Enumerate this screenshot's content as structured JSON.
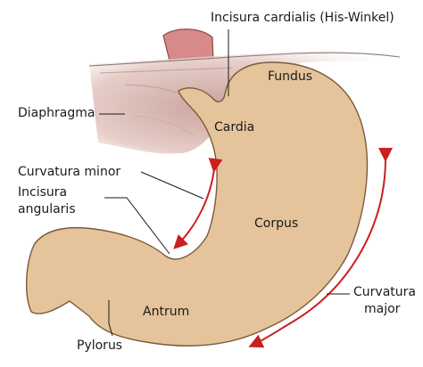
{
  "labels": {
    "incisura_cardialis": "Incisura cardialis (His-Winkel)",
    "fundus": "Fundus",
    "diaphragma": "Diaphragma",
    "cardia": "Cardia",
    "curvatura_minor": "Curvatura minor",
    "incisura_angularis_1": "Incisura",
    "incisura_angularis_2": "angularis",
    "corpus": "Corpus",
    "antrum": "Antrum",
    "curvatura_major_1": "Curvatura",
    "curvatura_major_2": "major",
    "pylorus": "Pylorus"
  },
  "colors": {
    "stomach_fill": "#e6c49b",
    "stomach_stroke": "#7a5a3c",
    "esophagus": "#d8898a",
    "diaphragm": "#d8b7b0",
    "arrow_red": "#cc1f1f",
    "leader": "#1a1a1a"
  }
}
